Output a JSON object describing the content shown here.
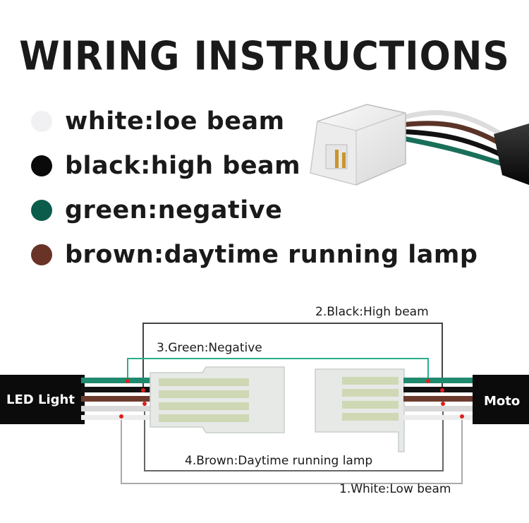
{
  "title": "WIRING INSTRUCTIONS",
  "legend": [
    {
      "label": "white:loe beam",
      "color": "#f1f1f3"
    },
    {
      "label": "black:high beam",
      "color": "#0a0a0a"
    },
    {
      "label": "green:negative",
      "color": "#0c5c4c"
    },
    {
      "label": "brown:daytime running lamp",
      "color": "#6a3328"
    }
  ],
  "diagram": {
    "left_end_label": "LED Light",
    "right_end_label": "Moto",
    "wire_labels": {
      "black": "2.Black:High beam",
      "green": "3.Green:Negative",
      "brown": "4.Brown:Daytime running lamp",
      "white": "1.White:Low beam"
    },
    "wire_colors": {
      "green": "#1e8a6e",
      "black": "#111111",
      "brown": "#6b3a2c",
      "white": "#f0f0f0",
      "guide": "#555555",
      "guide_green": "#2bae8c",
      "guide_white": "#aaaaaa",
      "pin_marker": "#e01e1e"
    }
  }
}
